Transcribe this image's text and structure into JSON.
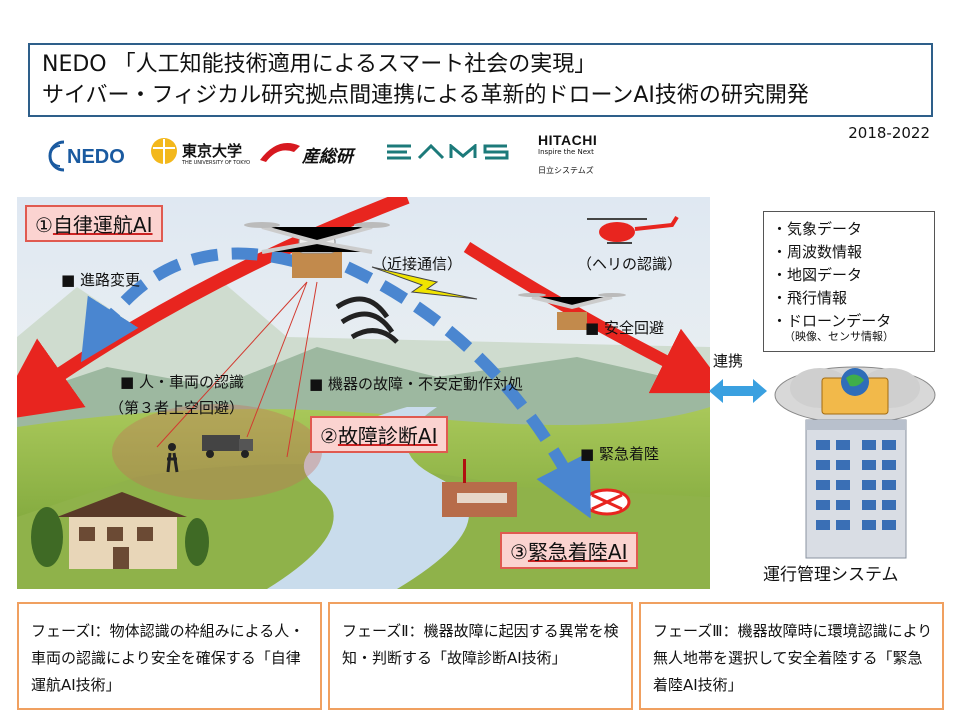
{
  "title": {
    "line1": "NEDO 「人工知能技術適用によるスマート社会の実現」",
    "line2": "サイバー・フィジカル研究拠点間連携による革新的ドローンAI技術の研究開発"
  },
  "years": "2018-2022",
  "logos": {
    "nedo": "NEDO",
    "todai": "東京大学",
    "todai_sub": "THE UNIVERSITY OF TOKYO",
    "sanso": "産総研",
    "eams": "EAMS",
    "hitachi": "HITACHI",
    "hitachi_tagline": "Inspire the Next",
    "hitachi_systems": "日立システムズ"
  },
  "scene": {
    "ai1_num": "①",
    "ai1_text": "自律運航AI",
    "ai2_num": "②",
    "ai2_text": "故障診断AI",
    "ai3_num": "③",
    "ai3_text": "緊急着陸AI",
    "route_change": "■ 進路変更",
    "near_comm": "（近接通信）",
    "heli_recog": "（ヘリの認識）",
    "safe_avoid": "■ 安全回避",
    "person_vehicle": "■ 人・車両の認識",
    "third_party": "（第３者上空回避）",
    "equipment_fault": "■ 機器の故障・不安定動作対処",
    "emergency_landing": "■ 緊急着陸"
  },
  "info_list": {
    "items": [
      "・気象データ",
      "・周波数情報",
      "・地図データ",
      "・飛行情報",
      "・ドローンデータ"
    ],
    "sub": "（映像、センサ情報）"
  },
  "link_label": "連携",
  "system_label": "運行管理システム",
  "phases": [
    {
      "text": "フェーズⅠ：物体認識の枠組みによる人・車両の認識により安全を確保する「自律運航AI技術」"
    },
    {
      "text": "フェーズⅡ：機器故障に起因する異常を検知・判断する「故障診断AI技術」"
    },
    {
      "text": "フェーズⅢ：機器故障時に環境認識により無人地帯を選択して安全着陸する「緊急着陸AI技術」"
    }
  ],
  "colors": {
    "accent_red": "#e8251f",
    "dash_blue": "#4a86d0",
    "title_border": "#2e5f8a",
    "phase_border": "#f0a060",
    "ai_box_fill": "#fbd3d0"
  }
}
